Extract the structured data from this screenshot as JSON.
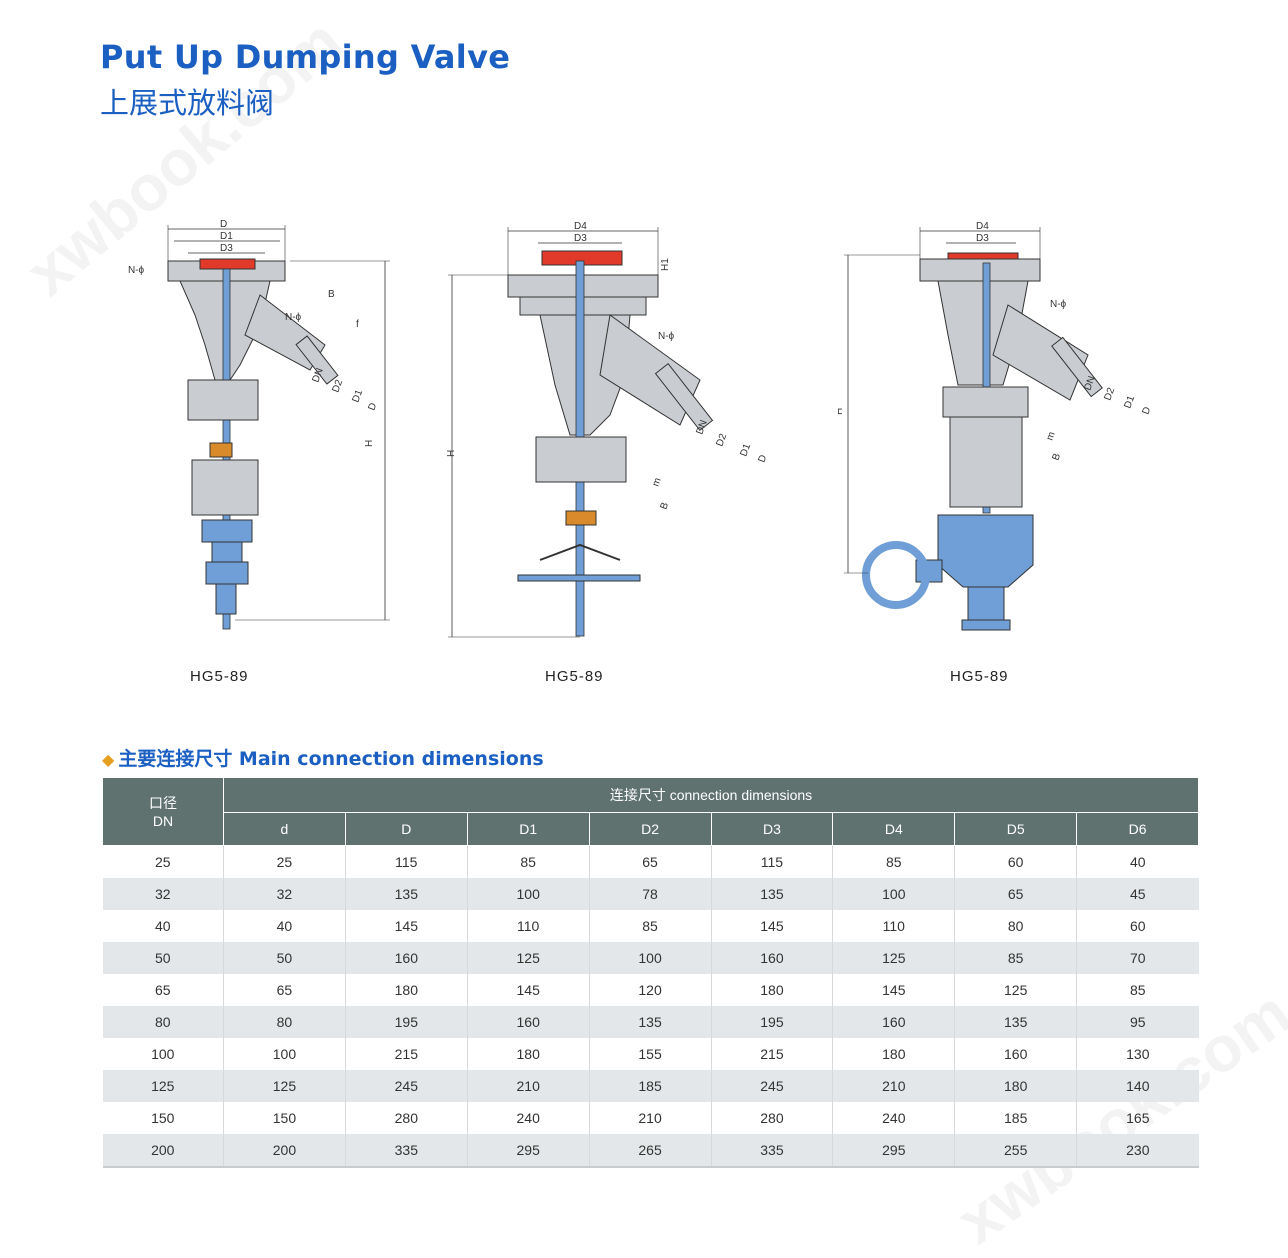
{
  "header": {
    "title_en": "Put Up Dumping Valve",
    "title_cn": "上展式放料阀"
  },
  "drawings": [
    {
      "caption": "HG5-89",
      "labels": {
        "d": "D",
        "d1": "D1",
        "d3": "D3",
        "n_phi": "N-ϕ",
        "n_phi_flange": "N-ϕ",
        "b": "B",
        "f": "f",
        "dn": "DN",
        "d2": "D2",
        "d1b": "D1",
        "db": "D",
        "h": "H"
      }
    },
    {
      "caption": "HG5-89",
      "labels": {
        "d4": "D4",
        "d3": "D3",
        "h1": "H1",
        "n_phi": "N-ϕ",
        "dn": "DN",
        "d2": "D2",
        "d1": "D1",
        "d": "D",
        "h": "H",
        "m": "m",
        "b": "B"
      }
    },
    {
      "caption": "HG5-89",
      "labels": {
        "d4": "D4",
        "d3": "D3",
        "n_phi": "N-ϕ",
        "dn": "DN",
        "d2": "D2",
        "d1": "D1",
        "d": "D",
        "h": "H",
        "m": "m",
        "b": "B"
      }
    }
  ],
  "section": {
    "heading": "主要连接尺寸 Main connection dimensions"
  },
  "table": {
    "dn_header_cn": "口径",
    "dn_header_en": "DN",
    "group_header": "连接尺寸 connection dimensions",
    "columns": [
      "d",
      "D",
      "D1",
      "D2",
      "D3",
      "D4",
      "D5",
      "D6"
    ],
    "rows": [
      [
        "25",
        "25",
        "115",
        "85",
        "65",
        "115",
        "85",
        "60",
        "40"
      ],
      [
        "32",
        "32",
        "135",
        "100",
        "78",
        "135",
        "100",
        "65",
        "45"
      ],
      [
        "40",
        "40",
        "145",
        "110",
        "85",
        "145",
        "110",
        "80",
        "60"
      ],
      [
        "50",
        "50",
        "160",
        "125",
        "100",
        "160",
        "125",
        "85",
        "70"
      ],
      [
        "65",
        "65",
        "180",
        "145",
        "120",
        "180",
        "145",
        "125",
        "85"
      ],
      [
        "80",
        "80",
        "195",
        "160",
        "135",
        "195",
        "160",
        "135",
        "95"
      ],
      [
        "100",
        "100",
        "215",
        "180",
        "155",
        "215",
        "180",
        "160",
        "130"
      ],
      [
        "125",
        "125",
        "245",
        "210",
        "185",
        "245",
        "210",
        "180",
        "140"
      ],
      [
        "150",
        "150",
        "280",
        "240",
        "210",
        "280",
        "240",
        "185",
        "165"
      ],
      [
        "200",
        "200",
        "335",
        "295",
        "265",
        "335",
        "295",
        "255",
        "230"
      ]
    ]
  },
  "watermarks": [
    "xwbook.com",
    "xwbook.com"
  ],
  "colors": {
    "title": "#1a5fc1",
    "header_bg": "#5f7270",
    "alt_row": "#e4e7e9",
    "valve_body": "#c9cdd2",
    "stem": "#6f9fd6",
    "handwheel": "#e23a2a",
    "bronze": "#d98a2b"
  }
}
